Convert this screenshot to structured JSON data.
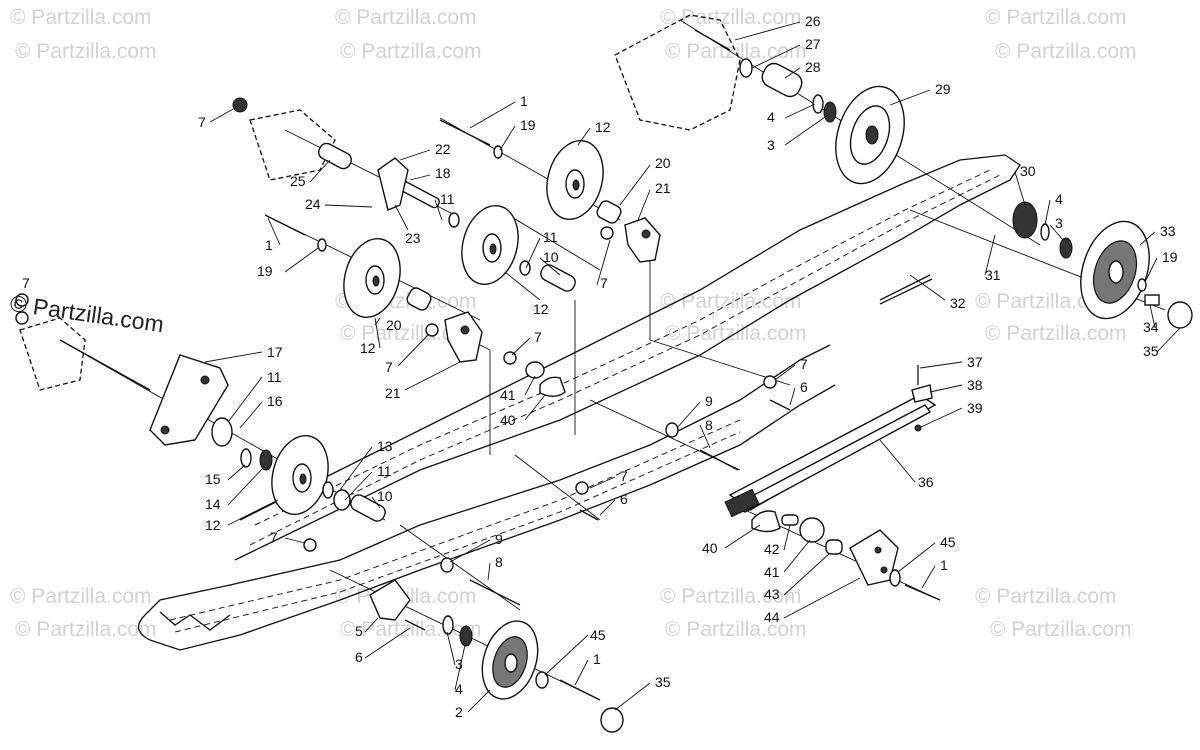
{
  "watermark": {
    "text": "© Partzilla.com",
    "overlay_text": "© Partzilla.com"
  },
  "callouts": [
    {
      "n": "26"
    },
    {
      "n": "27"
    },
    {
      "n": "28"
    },
    {
      "n": "29"
    },
    {
      "n": "4"
    },
    {
      "n": "3"
    },
    {
      "n": "1"
    },
    {
      "n": "19"
    },
    {
      "n": "12"
    },
    {
      "n": "7"
    },
    {
      "n": "22"
    },
    {
      "n": "18"
    },
    {
      "n": "25"
    },
    {
      "n": "11"
    },
    {
      "n": "24"
    },
    {
      "n": "23"
    },
    {
      "n": "20"
    },
    {
      "n": "21"
    },
    {
      "n": "30"
    },
    {
      "n": "4"
    },
    {
      "n": "3"
    },
    {
      "n": "33"
    },
    {
      "n": "19"
    },
    {
      "n": "1"
    },
    {
      "n": "19"
    },
    {
      "n": "11"
    },
    {
      "n": "10"
    },
    {
      "n": "7"
    },
    {
      "n": "12"
    },
    {
      "n": "31"
    },
    {
      "n": "32"
    },
    {
      "n": "34"
    },
    {
      "n": "35"
    },
    {
      "n": "7"
    },
    {
      "n": "20"
    },
    {
      "n": "12"
    },
    {
      "n": "7"
    },
    {
      "n": "21"
    },
    {
      "n": "17"
    },
    {
      "n": "11"
    },
    {
      "n": "16"
    },
    {
      "n": "7"
    },
    {
      "n": "41"
    },
    {
      "n": "40"
    },
    {
      "n": "7"
    },
    {
      "n": "6"
    },
    {
      "n": "37"
    },
    {
      "n": "38"
    },
    {
      "n": "39"
    },
    {
      "n": "9"
    },
    {
      "n": "8"
    },
    {
      "n": "15"
    },
    {
      "n": "14"
    },
    {
      "n": "12"
    },
    {
      "n": "13"
    },
    {
      "n": "11"
    },
    {
      "n": "10"
    },
    {
      "n": "7"
    },
    {
      "n": "6"
    },
    {
      "n": "36"
    },
    {
      "n": "40"
    },
    {
      "n": "42"
    },
    {
      "n": "41"
    },
    {
      "n": "43"
    },
    {
      "n": "44"
    },
    {
      "n": "45"
    },
    {
      "n": "1"
    },
    {
      "n": "7"
    },
    {
      "n": "9"
    },
    {
      "n": "8"
    },
    {
      "n": "5"
    },
    {
      "n": "6"
    },
    {
      "n": "3"
    },
    {
      "n": "4"
    },
    {
      "n": "2"
    },
    {
      "n": "45"
    },
    {
      "n": "1"
    },
    {
      "n": "35"
    }
  ]
}
